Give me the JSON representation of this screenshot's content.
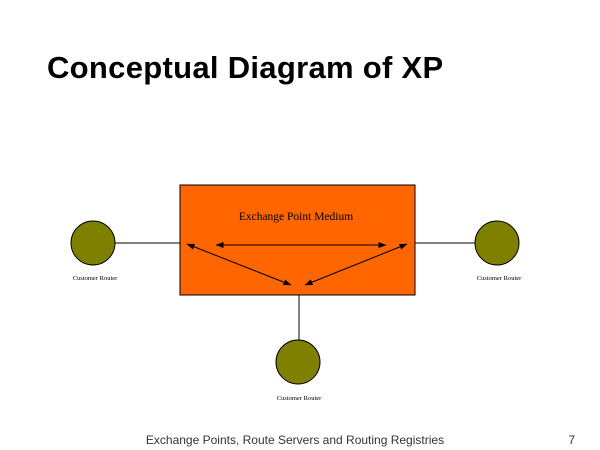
{
  "slide": {
    "title": "Conceptual Diagram of XP",
    "footer": "Exchange Points, Route Servers and Routing Registries",
    "page_number": "7"
  },
  "diagram": {
    "medium": {
      "label": "Exchange Point Medium",
      "fill_color": "#ff6600"
    },
    "routers": [
      {
        "id": "left",
        "label": "Customer Router"
      },
      {
        "id": "right",
        "label": "Customer Router"
      },
      {
        "id": "bottom",
        "label": "Customer Router"
      }
    ],
    "router_color": "#808000",
    "connections": [
      {
        "from": "left",
        "to": "right",
        "arrows": "both"
      },
      {
        "from": "left",
        "to": "bottom",
        "arrows": "both"
      },
      {
        "from": "right",
        "to": "bottom",
        "arrows": "both"
      }
    ]
  }
}
